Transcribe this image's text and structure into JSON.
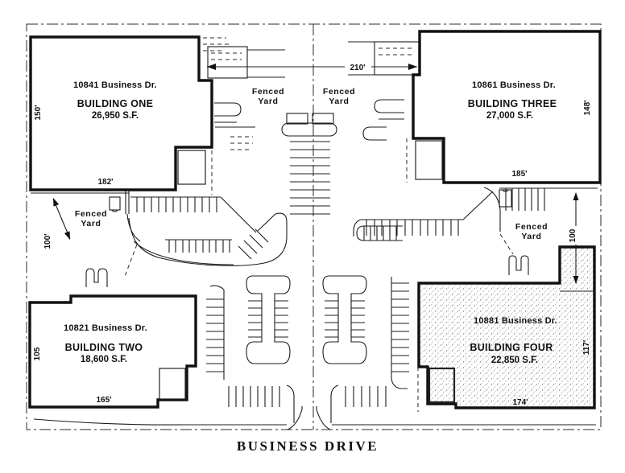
{
  "street": {
    "name": "BUSINESS DRIVE"
  },
  "yard_label": {
    "line1": "Fenced",
    "line2": "Yard"
  },
  "dimensions": {
    "top_center": "210'",
    "left_yard": "100'",
    "right_yard": "100"
  },
  "buildings": {
    "one": {
      "address": "10841 Business Dr.",
      "name": "BUILDING ONE",
      "area": "26,950 S.F.",
      "frontage": "182'",
      "depth": "150'"
    },
    "two": {
      "address": "10821 Business Dr.",
      "name": "BUILDING TWO",
      "area": "18,600 S.F.",
      "frontage": "165'",
      "depth": "105"
    },
    "three": {
      "address": "10861 Business Dr.",
      "name": "BUILDING THREE",
      "area": "27,000 S.F.",
      "frontage": "185'",
      "depth": "148'"
    },
    "four": {
      "address": "10881 Business Dr.",
      "name": "BUILDING FOUR",
      "area": "22,850 S.F.",
      "frontage": "174'",
      "depth": "117'"
    }
  }
}
